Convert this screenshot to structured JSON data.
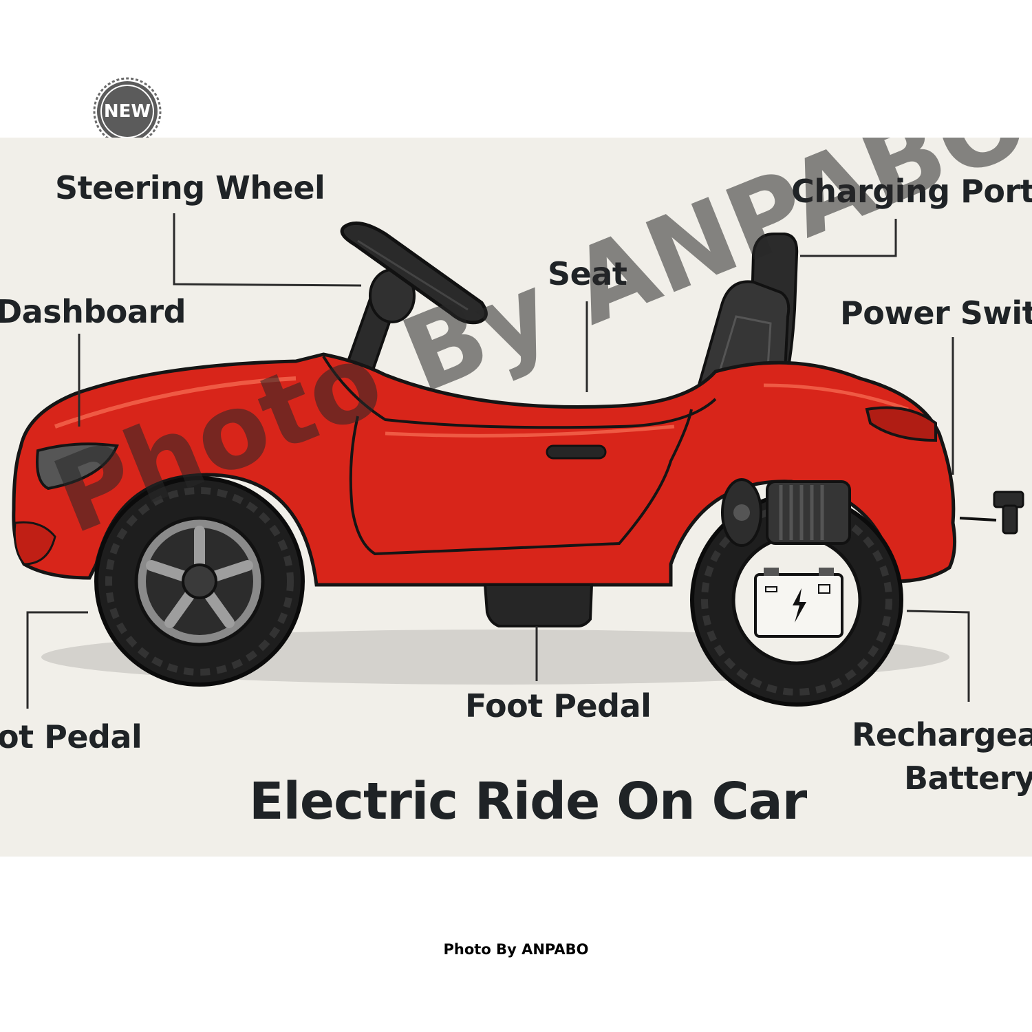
{
  "badge": {
    "text": "NEW"
  },
  "diagram": {
    "title": "Electric Ride On Car",
    "labels": {
      "steering_wheel": "Steering Wheel",
      "dashboard": "Dashboard",
      "seat": "Seat",
      "charging_port": "Charging Port",
      "power_switch": "Power Switc",
      "foot_pedal_left": "ot Pedal",
      "foot_pedal_center": "Foot Pedal",
      "battery_line1": "Rechargeab",
      "battery_line2": "Battery"
    },
    "watermark": "Photo By ANPABO"
  },
  "footer": {
    "credit": "Photo By ANPABO"
  },
  "colors": {
    "body": "#d8251a",
    "tire": "#1e1e1e",
    "panel": "#f1efe9",
    "badge": "#5b5b5b"
  }
}
